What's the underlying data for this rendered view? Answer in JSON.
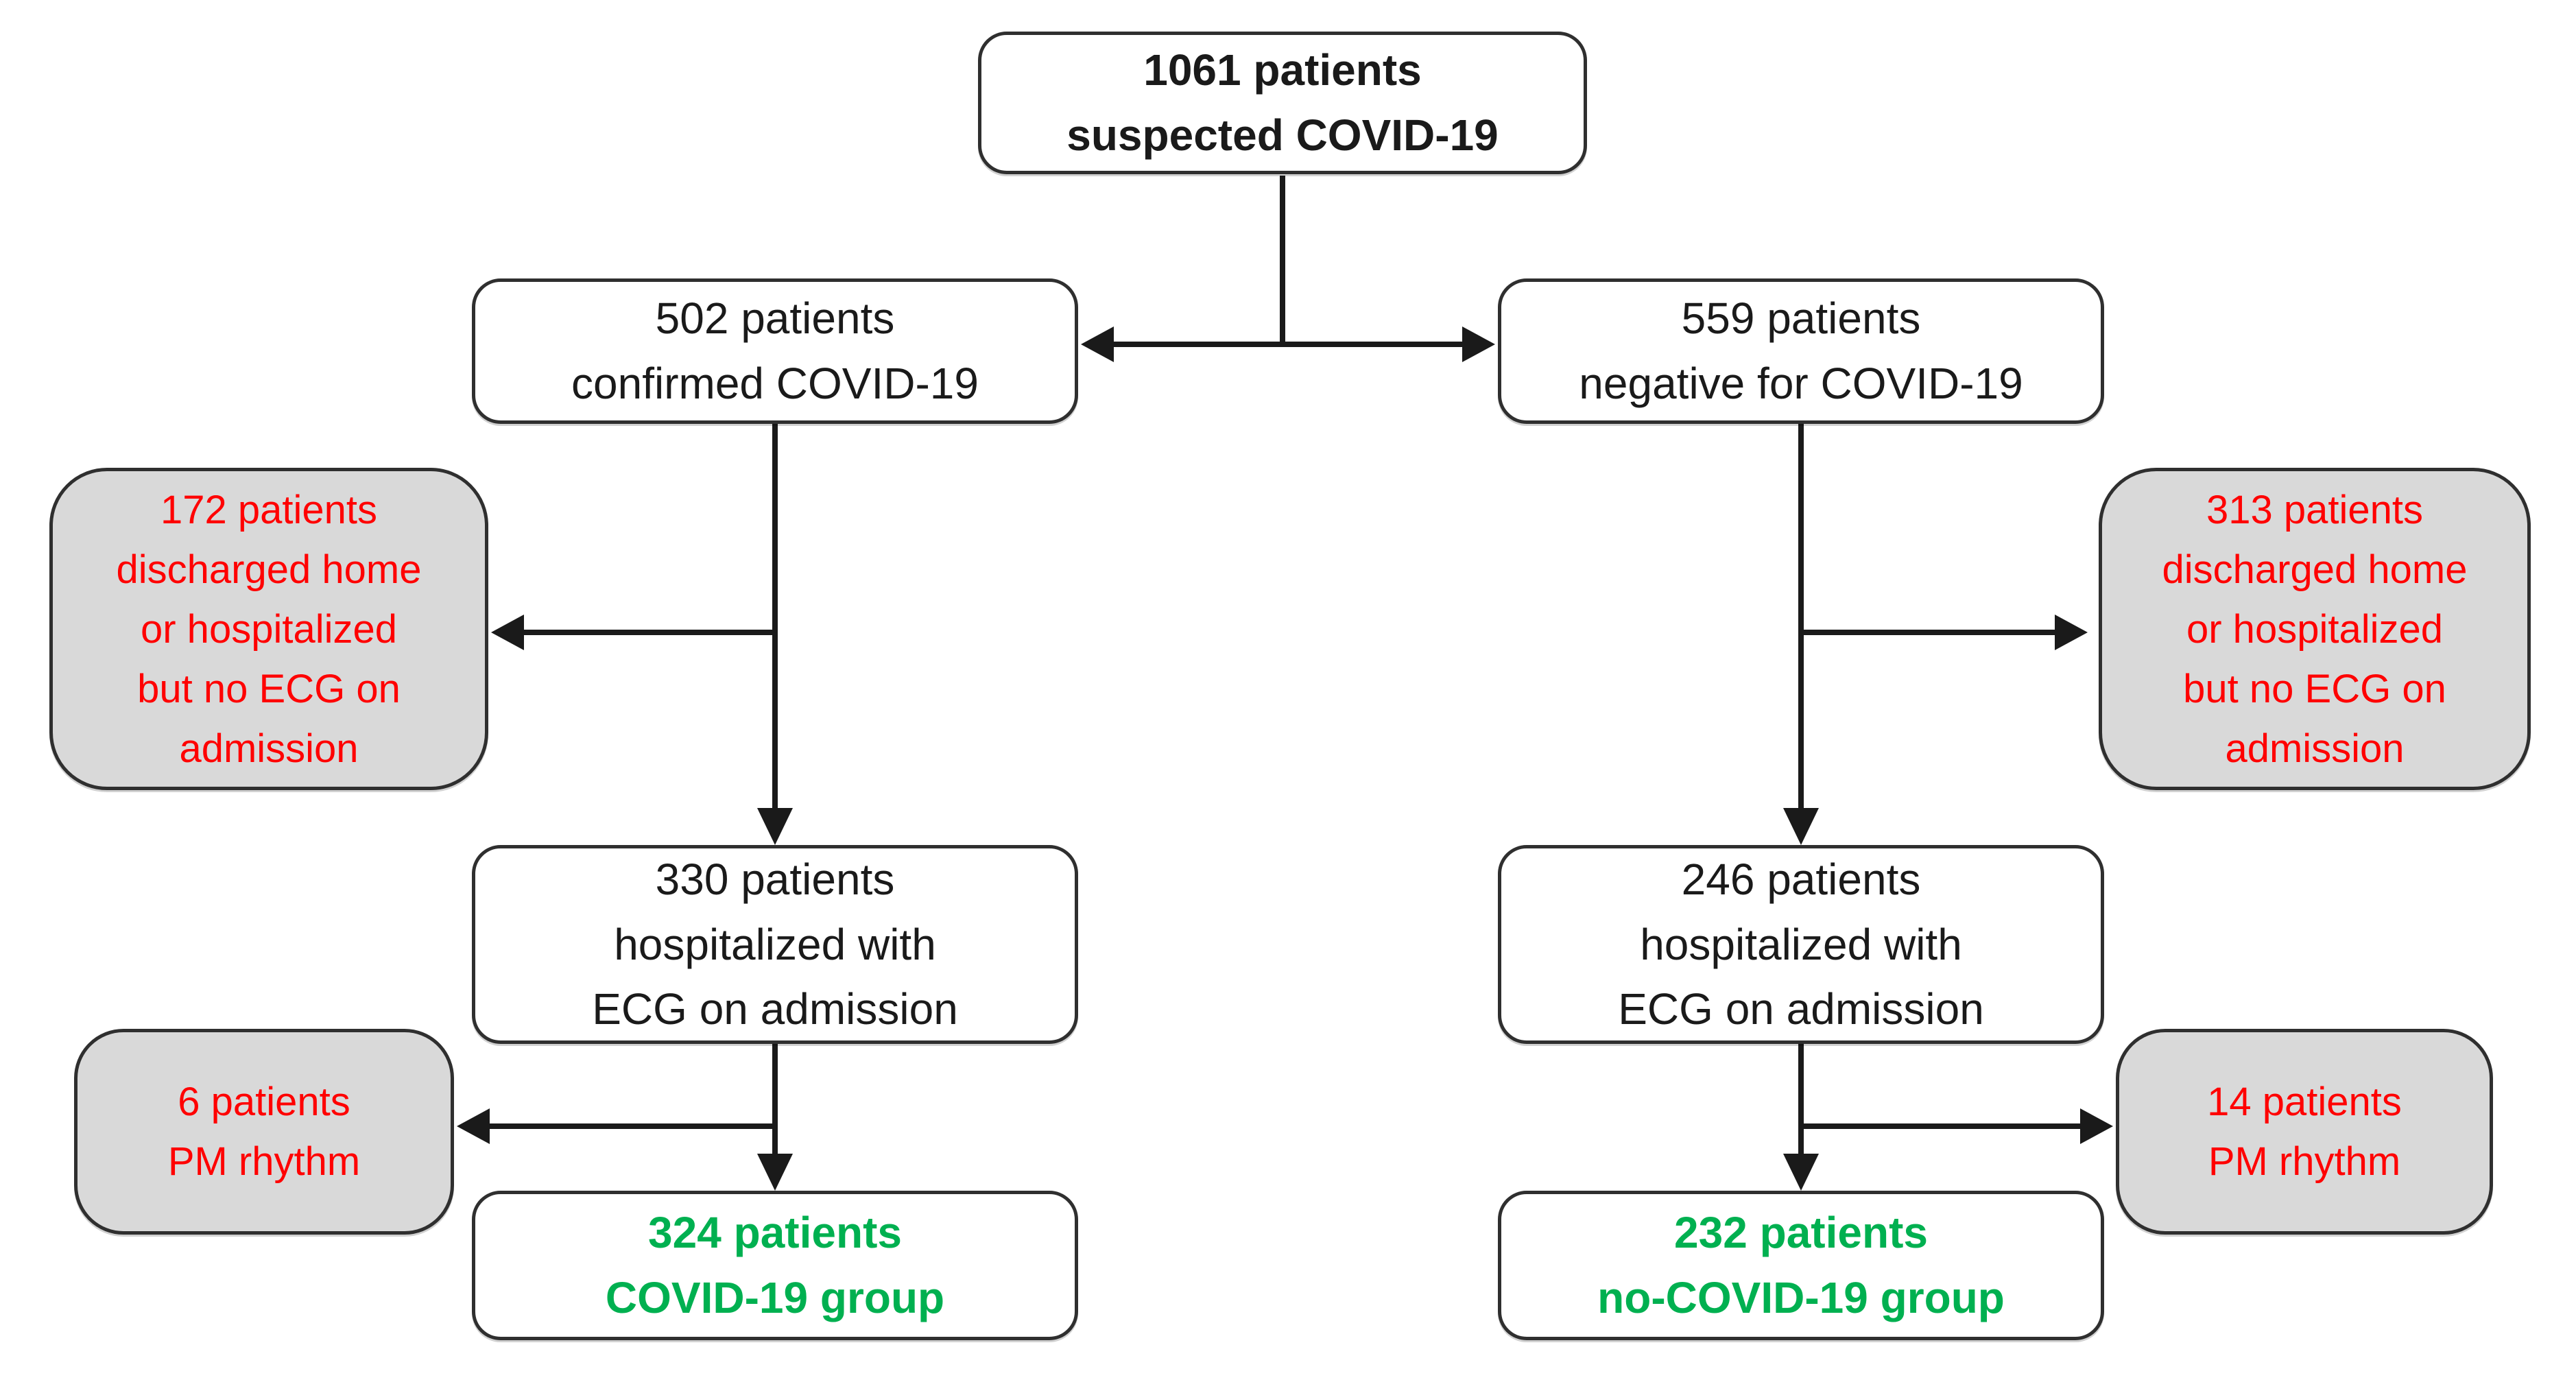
{
  "diagram": {
    "type": "flowchart",
    "colors": {
      "bg": "#ffffff",
      "node_text": "#1a1a1a",
      "box_border": "#2f2f2f",
      "excluded_fill": "#d9d9d9",
      "excluded_text": "#ff0000",
      "included_text": "#00b050",
      "arrow": "#1a1a1a"
    },
    "nodes": {
      "suspected": {
        "lines": [
          "1061 patients",
          "suspected COVID-19"
        ]
      },
      "confirmed": {
        "lines": [
          "502 patients",
          "confirmed COVID-19"
        ]
      },
      "negative": {
        "lines": [
          "559 patients",
          "negative for COVID-19"
        ]
      },
      "excl_covid": {
        "lines": [
          "172 patients",
          "discharged home",
          "or hospitalized",
          "but no ECG on",
          "admission"
        ]
      },
      "excl_nocovid": {
        "lines": [
          "313 patients",
          "discharged home",
          "or hospitalized",
          "but no ECG on",
          "admission"
        ]
      },
      "hosp_covid": {
        "lines": [
          "330 patients",
          "hospitalized with",
          "ECG on admission"
        ]
      },
      "hosp_nocovid": {
        "lines": [
          "246 patients",
          "hospitalized with",
          "ECG on admission"
        ]
      },
      "pm_covid": {
        "lines": [
          "6 patients",
          "PM rhythm"
        ]
      },
      "pm_nocovid": {
        "lines": [
          "14 patients",
          "PM rhythm"
        ]
      },
      "group_covid": {
        "lines": [
          "324 patients",
          "COVID-19 group"
        ]
      },
      "group_nocovid": {
        "lines": [
          "232 patients",
          "no-COVID-19 group"
        ]
      }
    }
  }
}
